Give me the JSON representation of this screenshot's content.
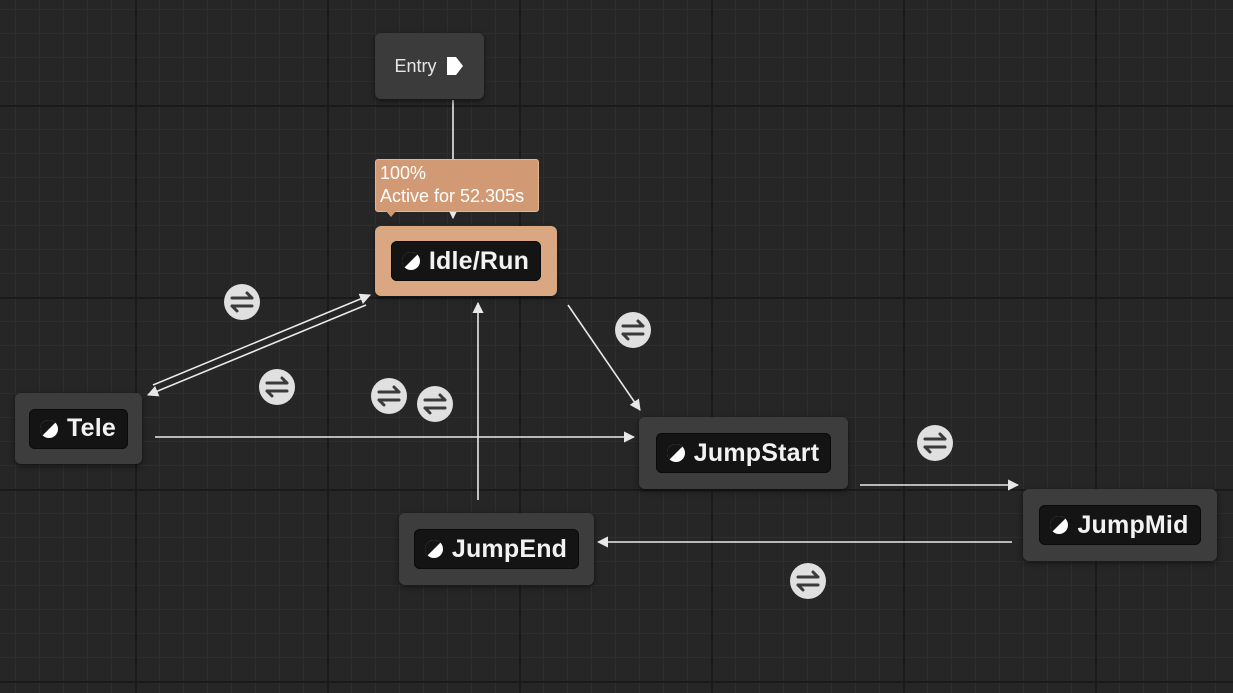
{
  "entry": {
    "label": "Entry"
  },
  "active_state": {
    "weight": "100%",
    "active_time": "Active for 52.305s"
  },
  "states": {
    "idle_run": "Idle/Run",
    "tele": "Tele",
    "jump_start": "JumpStart",
    "jump_mid": "JumpMid",
    "jump_end": "JumpEnd"
  },
  "transitions": [
    {
      "from": "Tele",
      "to": "Idle/Run"
    },
    {
      "from": "Idle/Run",
      "to": "Tele"
    },
    {
      "from": "Tele",
      "to": "JumpStart"
    },
    {
      "from": "JumpEnd",
      "to": "Idle/Run"
    },
    {
      "from": "Idle/Run",
      "to": "JumpStart"
    },
    {
      "from": "JumpStart",
      "to": "JumpMid"
    },
    {
      "from": "JumpMid",
      "to": "JumpEnd"
    }
  ],
  "colors": {
    "background": "#262626",
    "node": "#3d3d3d",
    "active_node": "#d9a782",
    "tooltip": "#d29a74",
    "wire": "#e8e8e8",
    "transition_icon": "#e0e0e0"
  }
}
